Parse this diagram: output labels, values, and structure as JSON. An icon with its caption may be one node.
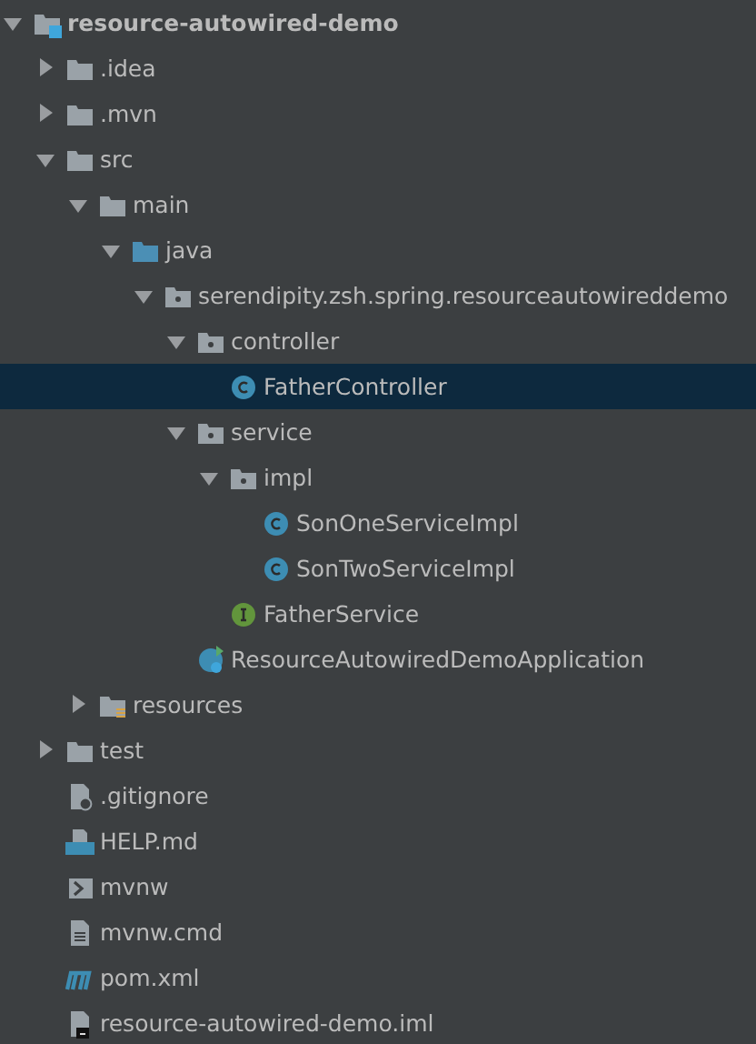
{
  "diagram": {
    "labels": [
      "resource-autowired-demo",
      ".idea",
      ".mvn",
      "src",
      "main",
      "java",
      "serendipity.zsh.spring.resourceautowireddemo",
      "controller",
      "FatherController",
      "service",
      "impl",
      "SonOneServiceImpl",
      "SonTwoServiceImpl",
      "FatherService",
      "ResourceAutowiredDemoApplication",
      "resources",
      "test",
      ".gitignore",
      "HELP.md",
      "mvnw",
      "mvnw.cmd",
      "pom.xml",
      "resource-autowired-demo.iml"
    ]
  }
}
